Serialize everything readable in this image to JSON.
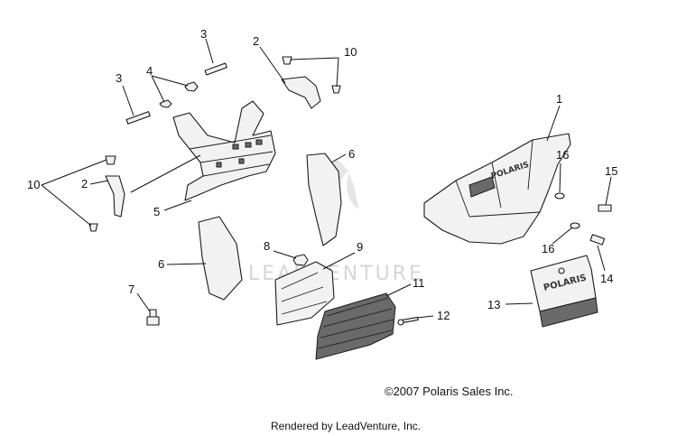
{
  "callouts": {
    "c1": "1",
    "c2a": "2",
    "c2b": "2",
    "c3a": "3",
    "c3b": "3",
    "c4": "4",
    "c5": "5",
    "c6a": "6",
    "c6b": "6",
    "c7": "7",
    "c8": "8",
    "c9": "9",
    "c10a": "10",
    "c10b": "10",
    "c11": "11",
    "c12": "12",
    "c13": "13",
    "c14": "14",
    "c15": "15",
    "c16a": "16",
    "c16b": "16"
  },
  "watermark": "LEADVENTURE",
  "brand_text": {
    "bumper": "POLARIS",
    "plate": "POLARIS"
  },
  "footer": {
    "copyright": "©2007 Polaris Sales Inc.",
    "rendered_by": "Rendered by LeadVenture, Inc."
  }
}
